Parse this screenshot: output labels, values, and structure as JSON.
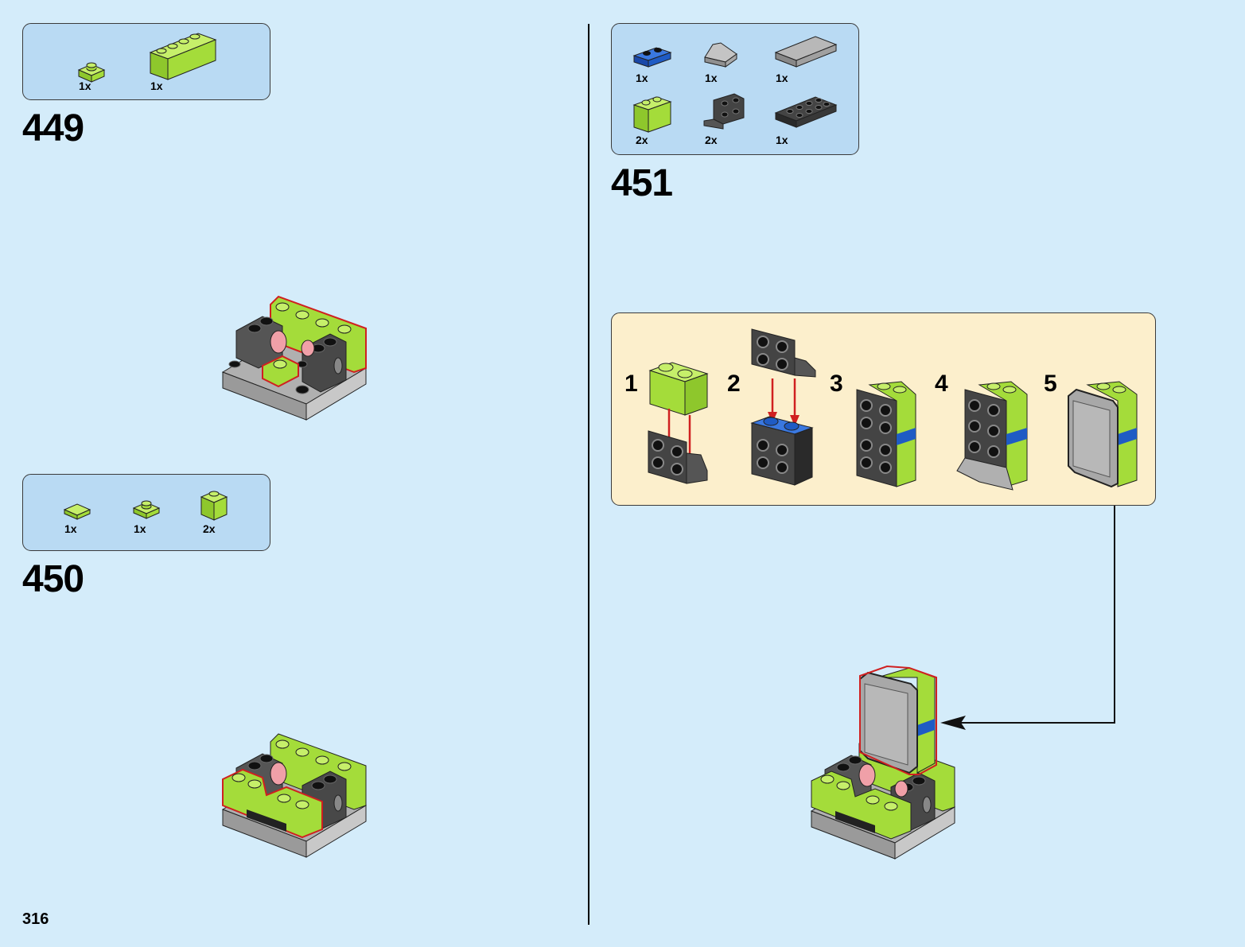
{
  "page": {
    "number": "316"
  },
  "colors": {
    "background": "#d4ecfa",
    "parts_box": "#b9daf3",
    "sub_box": "#fcefcc",
    "lime": "#a4dc3a",
    "dark_gray": "#3c3c3c",
    "light_gray": "#a8a8a8",
    "blue": "#1f5bc4",
    "red_outline": "#d02020",
    "trans_red": "#f0a0a8"
  },
  "steps": [
    {
      "number": "449",
      "parts": [
        {
          "icon": "lime-plate-1x1-icon",
          "qty": "1x"
        },
        {
          "icon": "lime-brick-1x4-icon",
          "qty": "1x"
        }
      ]
    },
    {
      "number": "450",
      "parts": [
        {
          "icon": "lime-tile-1x1-icon",
          "qty": "1x"
        },
        {
          "icon": "lime-plate-1x1-icon",
          "qty": "1x"
        },
        {
          "icon": "lime-brick-1x1-icon",
          "qty": "2x"
        }
      ]
    },
    {
      "number": "451",
      "parts": [
        {
          "icon": "blue-plate-1x2-icon",
          "qty": "1x"
        },
        {
          "icon": "gray-slope-icon",
          "qty": "1x"
        },
        {
          "icon": "gray-tile-2x4-icon",
          "qty": "1x"
        },
        {
          "icon": "lime-brick-1x2-icon",
          "qty": "2x"
        },
        {
          "icon": "black-bracket-icon",
          "qty": "2x"
        },
        {
          "icon": "black-plate-2x4-icon",
          "qty": "1x"
        }
      ],
      "substeps": [
        "1",
        "2",
        "3",
        "4",
        "5"
      ]
    }
  ]
}
